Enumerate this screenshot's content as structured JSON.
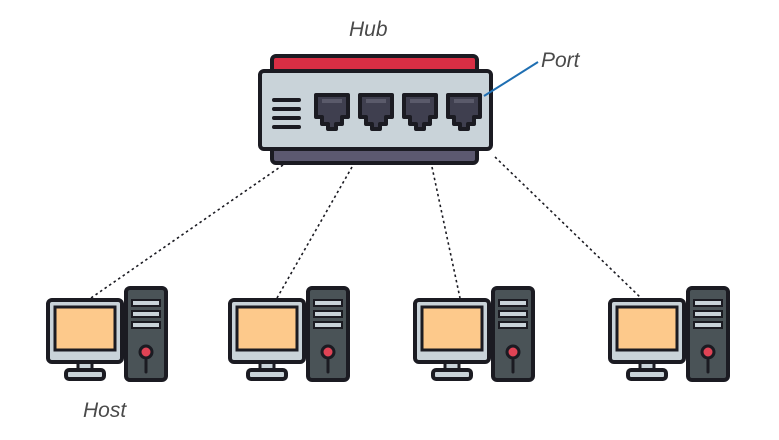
{
  "labels": {
    "hub": "Hub",
    "port": "Port",
    "host": "Host"
  },
  "hub": {
    "port_count": 4,
    "icon": "network-hub-icon"
  },
  "hosts": [
    {
      "icon": "desktop-computer-icon"
    },
    {
      "icon": "desktop-computer-icon"
    },
    {
      "icon": "desktop-computer-icon"
    },
    {
      "icon": "desktop-computer-icon"
    }
  ],
  "connections": {
    "style": "dotted",
    "count": 4
  },
  "colors": {
    "outline": "#1b1b22",
    "hub_body": "#c9d3d9",
    "hub_top_stripe": "#d92e44",
    "hub_bottom_stripe": "#5c5970",
    "port_fill": "#3f3f4f",
    "screen": "#fdc98b",
    "monitor_frame": "#c9d3d9",
    "tower": "#4a5357",
    "power_button": "#e04355",
    "callout_line": "#1f6fb2"
  }
}
